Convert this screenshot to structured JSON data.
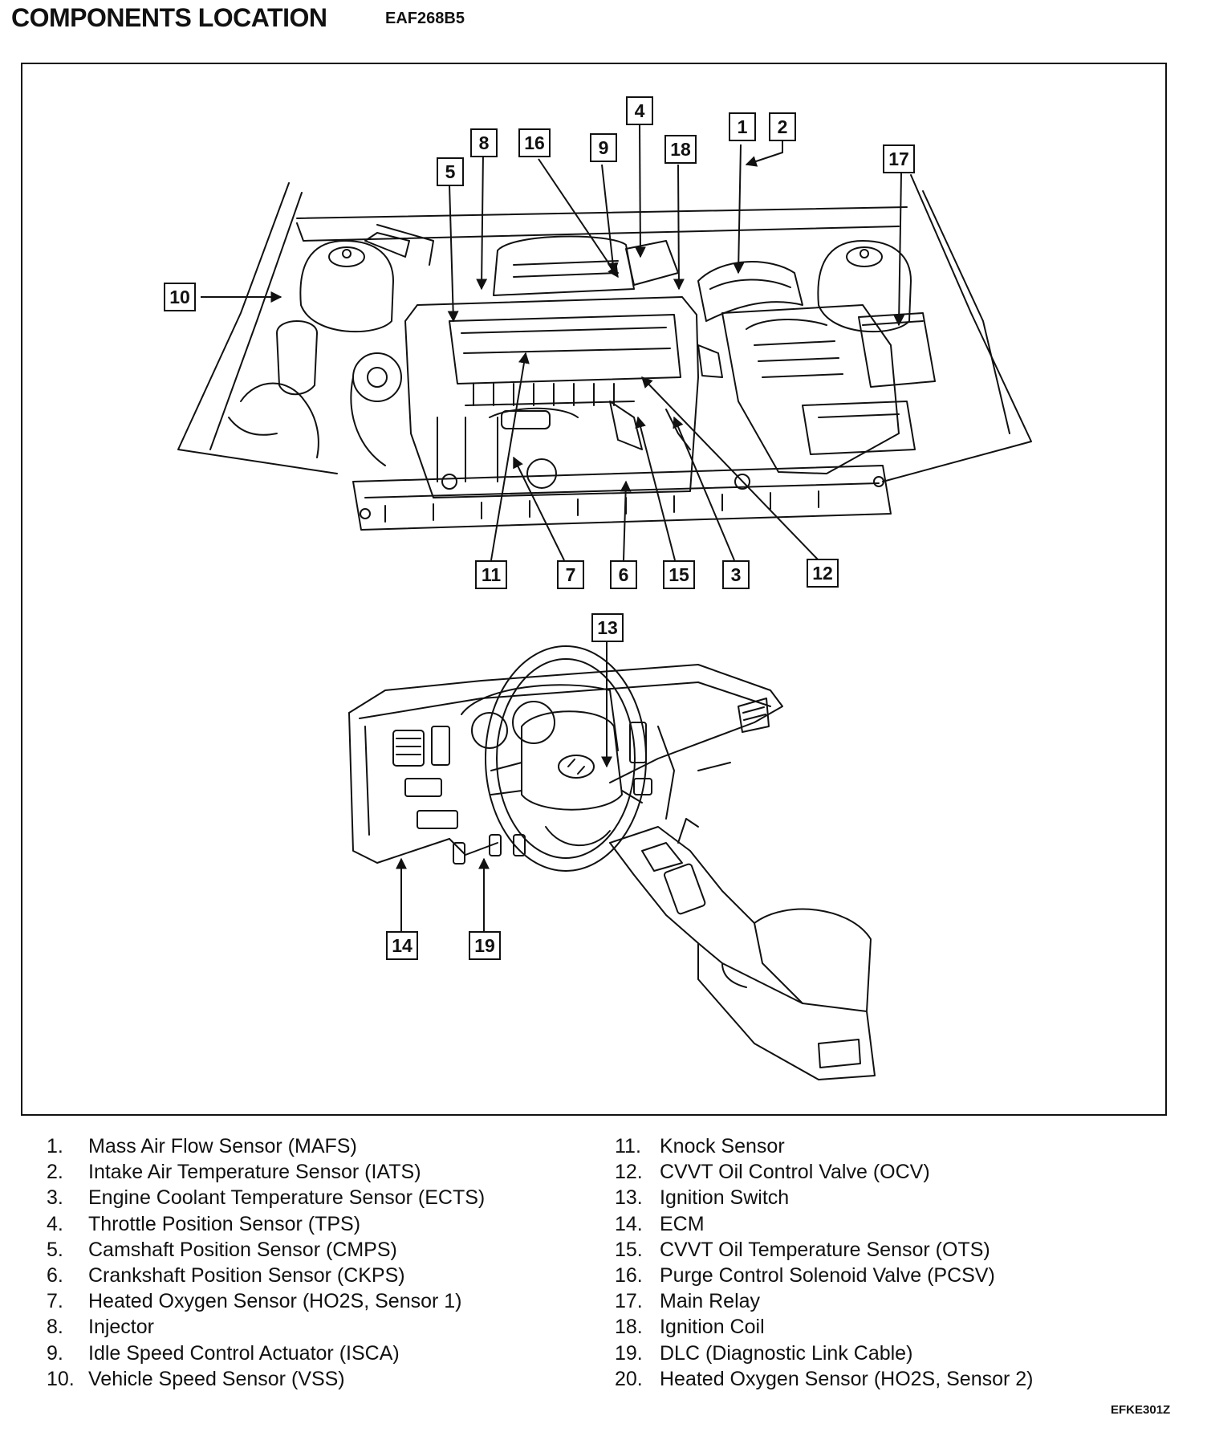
{
  "header": {
    "title": "COMPONENTS LOCATION",
    "code": "EAF268B5"
  },
  "callouts": {
    "c1": "1",
    "c2": "2",
    "c3": "3",
    "c4": "4",
    "c5": "5",
    "c6": "6",
    "c7": "7",
    "c8": "8",
    "c9": "9",
    "c10": "10",
    "c11": "11",
    "c12": "12",
    "c13": "13",
    "c14": "14",
    "c15": "15",
    "c16": "16",
    "c17": "17",
    "c18": "18",
    "c19": "19"
  },
  "legend": {
    "left": [
      {
        "num": "1.",
        "text": "Mass Air Flow Sensor (MAFS)"
      },
      {
        "num": "2.",
        "text": "Intake Air Temperature Sensor (IATS)"
      },
      {
        "num": "3.",
        "text": "Engine Coolant Temperature Sensor (ECTS)"
      },
      {
        "num": "4.",
        "text": "Throttle Position Sensor (TPS)"
      },
      {
        "num": "5.",
        "text": "Camshaft Position Sensor (CMPS)"
      },
      {
        "num": "6.",
        "text": "Crankshaft Position Sensor (CKPS)"
      },
      {
        "num": "7.",
        "text": "Heated Oxygen Sensor (HO2S, Sensor 1)"
      },
      {
        "num": "8.",
        "text": "Injector"
      },
      {
        "num": "9.",
        "text": "Idle Speed Control Actuator (ISCA)"
      },
      {
        "num": "10.",
        "text": "Vehicle Speed Sensor (VSS)"
      }
    ],
    "right": [
      {
        "num": "11.",
        "text": "Knock Sensor"
      },
      {
        "num": "12.",
        "text": "CVVT Oil Control Valve (OCV)"
      },
      {
        "num": "13.",
        "text": "Ignition Switch"
      },
      {
        "num": "14.",
        "text": "ECM"
      },
      {
        "num": "15.",
        "text": "CVVT Oil Temperature Sensor (OTS)"
      },
      {
        "num": "16.",
        "text": "Purge Control Solenoid Valve (PCSV)"
      },
      {
        "num": "17.",
        "text": "Main Relay"
      },
      {
        "num": "18.",
        "text": "Ignition Coil"
      },
      {
        "num": "19.",
        "text": "DLC (Diagnostic Link Cable)"
      },
      {
        "num": "20.",
        "text": "Heated Oxygen Sensor (HO2S, Sensor 2)"
      }
    ]
  },
  "footer": {
    "figure_code": "EFKE301Z"
  }
}
